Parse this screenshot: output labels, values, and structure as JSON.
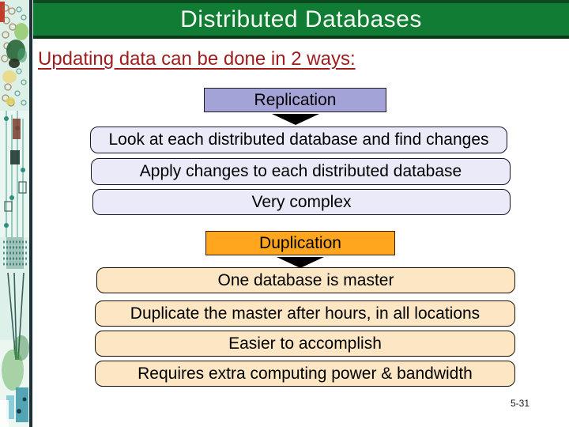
{
  "slide": {
    "title": "Distributed Databases",
    "heading": "Updating data can be done in 2 ways:",
    "page_number": "5-31"
  },
  "diagram": {
    "sections": [
      {
        "label": "Replication",
        "items": [
          "Look at each distributed database and find changes",
          "Apply changes to each distributed database",
          "Very complex"
        ]
      },
      {
        "label": "Duplication",
        "items": [
          "One database is master",
          "Duplicate the master after hours, in all locations",
          "Easier to accomplish",
          "Requires extra computing power & bandwidth"
        ]
      }
    ]
  },
  "icons": {
    "down_arrow": "black filled triangle pointing down"
  },
  "colors": {
    "header_bar_green": "#117C33",
    "header_bar_dark_edge": "#0A4A1E",
    "title_text": "#F4FCF4",
    "heading_red": "#9E1C1E",
    "replication_header_fill": "#A3A3D8",
    "replication_item_fill": "#EAEAF8",
    "duplication_header_fill": "#FFA51E",
    "duplication_item_fill": "#FCE6C3",
    "arrow_black": "#000000"
  }
}
